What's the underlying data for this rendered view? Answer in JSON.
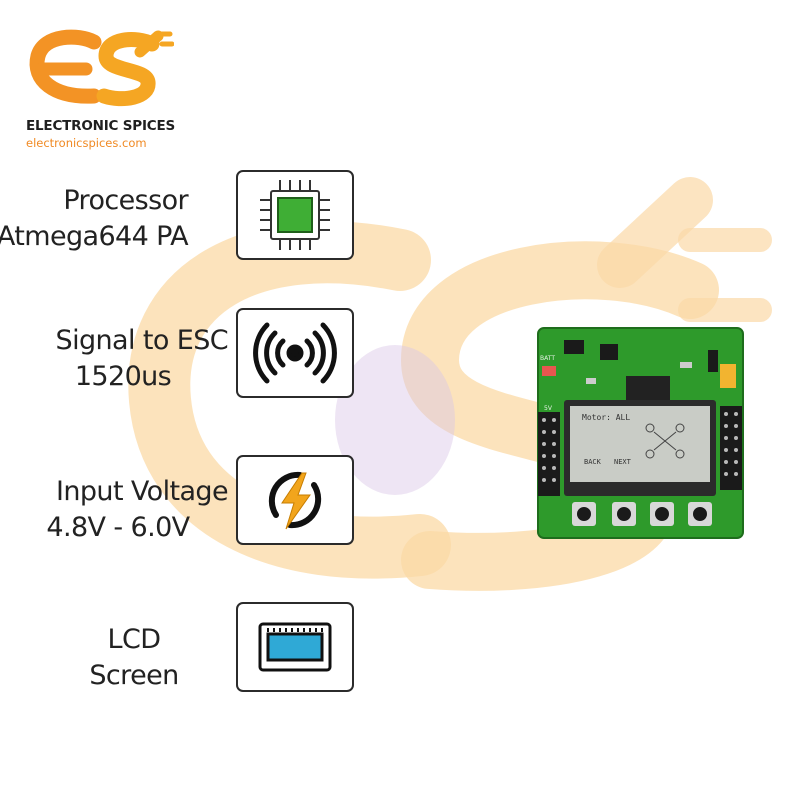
{
  "brand": {
    "name": "ELECTRONIC SPICES",
    "url": "electronicspices.com",
    "logo_icon": "es-plug-logo-icon",
    "accent_color": "#f5a623"
  },
  "features": [
    {
      "line1": "Processor",
      "line2": "Atmega644 PA",
      "icon": "processor-chip-icon"
    },
    {
      "line1": "Signal to ESC",
      "line2": "1520us",
      "icon": "signal-wave-icon"
    },
    {
      "line1": "Input Voltage",
      "line2": "4.8V - 6.0V",
      "icon": "lightning-bolt-icon"
    },
    {
      "line1": "LCD",
      "line2": "Screen",
      "icon": "lcd-screen-icon"
    }
  ],
  "board": {
    "lcd_line1": "Motor: ALL",
    "lcd_back": "BACK",
    "lcd_next": "NEXT",
    "label_batt": "BATT",
    "label_5v": "5V"
  }
}
